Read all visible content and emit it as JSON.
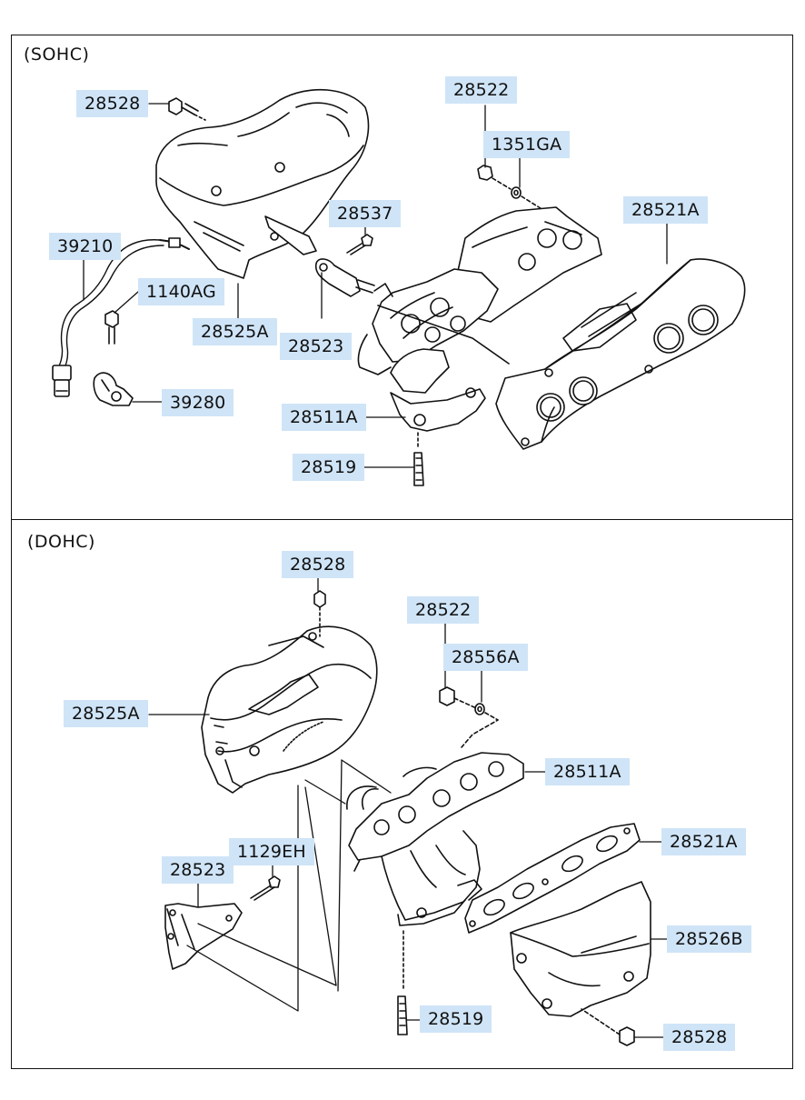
{
  "sections": [
    {
      "title": "(SOHC)",
      "labels": [
        "28528",
        "28522",
        "1351GA",
        "28537",
        "28521A",
        "39210",
        "1140AG",
        "28525A",
        "28523",
        "39280",
        "28511A",
        "28519"
      ]
    },
    {
      "title": "(DOHC)",
      "labels": [
        "28528",
        "28522",
        "28556A",
        "28525A",
        "28511A",
        "28521A",
        "1129EH",
        "28523",
        "28526B",
        "28519",
        "28528"
      ]
    }
  ]
}
